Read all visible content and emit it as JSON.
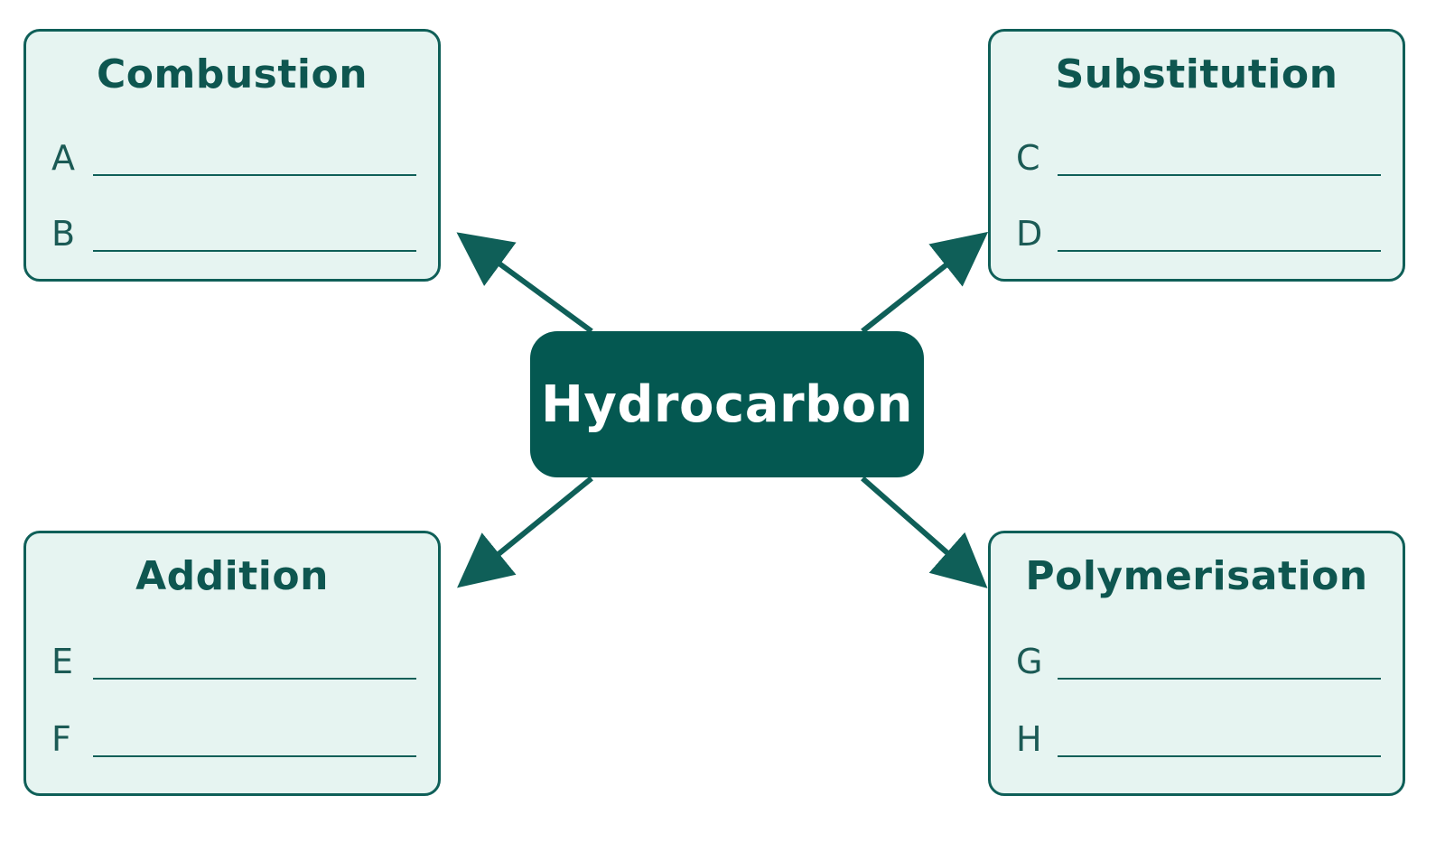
{
  "center": {
    "label": "Hydrocarbon"
  },
  "boxes": [
    {
      "title": "Combustion",
      "lines": [
        {
          "label": "A",
          "value": ""
        },
        {
          "label": "B",
          "value": ""
        }
      ]
    },
    {
      "title": "Substitution",
      "lines": [
        {
          "label": "C",
          "value": ""
        },
        {
          "label": "D",
          "value": ""
        }
      ]
    },
    {
      "title": "Addition",
      "lines": [
        {
          "label": "E",
          "value": ""
        },
        {
          "label": "F",
          "value": ""
        }
      ]
    },
    {
      "title": "Polymerisation",
      "lines": [
        {
          "label": "G",
          "value": ""
        },
        {
          "label": "H",
          "value": ""
        }
      ]
    }
  ],
  "colors": {
    "box_fill": "#e6f4f1",
    "box_border": "#0f5f58",
    "center_fill": "#045851",
    "text_dark": "#0e5650",
    "text_light": "#ffffff",
    "arrow": "#0f5f58"
  }
}
